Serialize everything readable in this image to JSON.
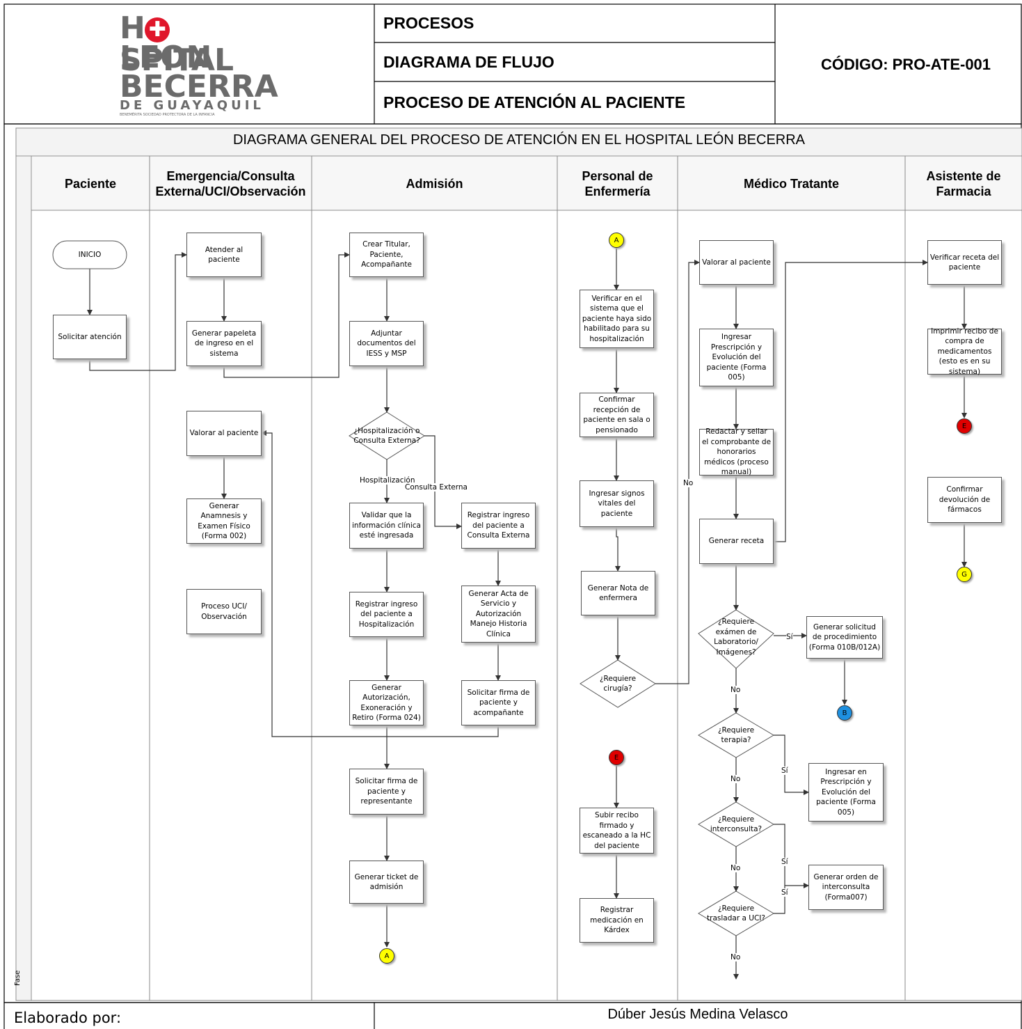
{
  "header": {
    "logo": {
      "line1": "HOSPITAL",
      "line2": "LEON",
      "line3": "BECERRA",
      "line4": "DE GUAYAQUIL",
      "tagline": "BENEMÉRITA SOCIEDAD PROTECTORA DE LA INFANCIA"
    },
    "procesos": "PROCESOS",
    "tipo": "DIAGRAMA DE FLUJO",
    "proceso": "PROCESO DE ATENCIÓN AL PACIENTE",
    "codigo": "CÓDIGO: PRO-ATE-001"
  },
  "diagram": {
    "title": "DIAGRAMA GENERAL DEL PROCESO DE ATENCIÓN EN EL HOSPITAL LEÓN BECERRA",
    "phase_label": "Fase",
    "lanes": [
      {
        "name": "Paciente"
      },
      {
        "name": "Emergencia/Consulta Externa/UCI/Observación"
      },
      {
        "name": "Admisión"
      },
      {
        "name": "Personal de Enfermería"
      },
      {
        "name": "Médico Tratante"
      },
      {
        "name": "Asistente de Farmacia"
      }
    ],
    "nodes": {
      "inicio": "INICIO",
      "solicitar_atencion": "Solicitar atención",
      "atender_paciente": "Atender al paciente",
      "generar_papeleta": "Generar papeleta de ingreso en el sistema",
      "valorar_paciente_emer": "Valorar al paciente",
      "generar_anamnesis": "Generar Anamnesis y Examen Físico (Forma 002)",
      "proceso_uci": "Proceso UCI/ Observación",
      "crear_titular": "Crear Titular, Paciente, Acompañante",
      "adjuntar_docs": "Adjuntar documentos del IESS y MSP",
      "dec_hosp": "¿Hospitalización o Consulta Externa?",
      "validar_info": "Validar que la información clínica esté ingresada",
      "registrar_ce": "Registrar ingreso del paciente a Consulta Externa",
      "registrar_hosp": "Registrar ingreso del paciente a Hospitalización",
      "generar_acta": "Generar Acta de Servicio y Autorización Manejo Historia Clínica",
      "generar_autorizacion": "Generar Autorización, Exoneración y Retiro (Forma 024)",
      "solicitar_firma_acomp": "Solicitar firma de paciente y acompañante",
      "solicitar_firma_rep": "Solicitar firma de paciente y representante",
      "generar_ticket": "Generar ticket de admisión",
      "verificar_sistema": "Verificar en el sistema que el paciente haya sido habilitado para su hospitalización",
      "confirmar_recepcion": "Confirmar recepción de paciente en sala o pensionado",
      "ingresar_signos": "Ingresar signos vitales del paciente",
      "generar_nota": "Generar Nota de enfermera",
      "dec_cirugia": "¿Requiere cirugía?",
      "subir_recibo": "Subir recibo firmado y escaneado a la HC del paciente",
      "registrar_kardex": "Registrar medicación en Kárdex",
      "valorar_paciente_med": "Valorar al paciente",
      "ingresar_prescripcion": "Ingresar Prescripción y Evolución del paciente (Forma 005)",
      "redactar_comprobante": "Redactar y sellar el comprobante de honorarios médicos (proceso manual)",
      "generar_receta": "Generar receta",
      "dec_examen": "¿Requiere exámen de Laboratorio/ Imágenes?",
      "generar_solicitud": "Generar solicitud de procedimiento (Forma 010B/012A)",
      "dec_terapia": "¿Requiere terapia?",
      "ingresar_prescripcion2": "Ingresar en Prescripción y Evolución del paciente (Forma 005)",
      "dec_interconsulta": "¿Requiere interconsulta?",
      "generar_orden": "Generar orden de interconsulta (Forma007)",
      "dec_uci": "¿Requiere trasladar a UCI?",
      "verificar_receta": "Verificar receta del paciente",
      "imprimir_recibo": "Imprimir recibo de compra de medicamentos (esto es en su sistema)",
      "confirmar_devolucion": "Confirmar devolución de fármacos"
    },
    "connectors": {
      "a": "A",
      "b": "B",
      "e": "E",
      "g": "G"
    },
    "labels": {
      "hospitalizacion": "Hospitalización",
      "consulta_externa": "Consulta Externa",
      "no": "No",
      "si": "Sí"
    },
    "colors": {
      "yellow": "#ffff00",
      "red": "#e00000",
      "blue": "#1e90e0"
    }
  },
  "footer": {
    "label": "Elaborado por:",
    "name": "Dúber Jesús Medina Velasco"
  }
}
